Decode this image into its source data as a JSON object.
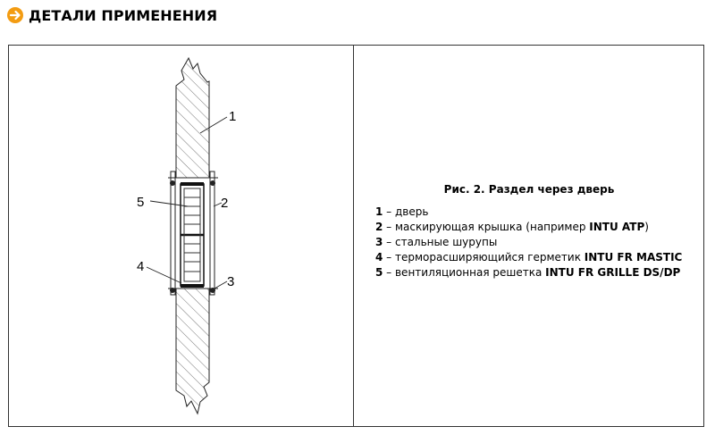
{
  "header": {
    "title": "ДЕТАЛИ ПРИМЕНЕНИЯ",
    "accent_color": "#f39c12",
    "icon": "arrow-right-icon"
  },
  "drawing": {
    "callouts": [
      "1",
      "2",
      "3",
      "4",
      "5"
    ]
  },
  "caption": {
    "title": "Рис. 2. Раздел через дверь",
    "legend": [
      {
        "num": "1",
        "text": " – дверь",
        "product": "",
        "suffix": ""
      },
      {
        "num": "2",
        "text": " – маскирующая крышка (например ",
        "product": "INTU ATP",
        "suffix": ")"
      },
      {
        "num": "3",
        "text": " – стальные шурупы",
        "product": "",
        "suffix": ""
      },
      {
        "num": "4",
        "text": " – терморасширяющийся герметик ",
        "product": "INTU FR MASTIC",
        "suffix": ""
      },
      {
        "num": "5",
        "text": " – вентиляционная решетка ",
        "product": "INTU FR GRILLE DS/DP",
        "suffix": ""
      }
    ]
  }
}
